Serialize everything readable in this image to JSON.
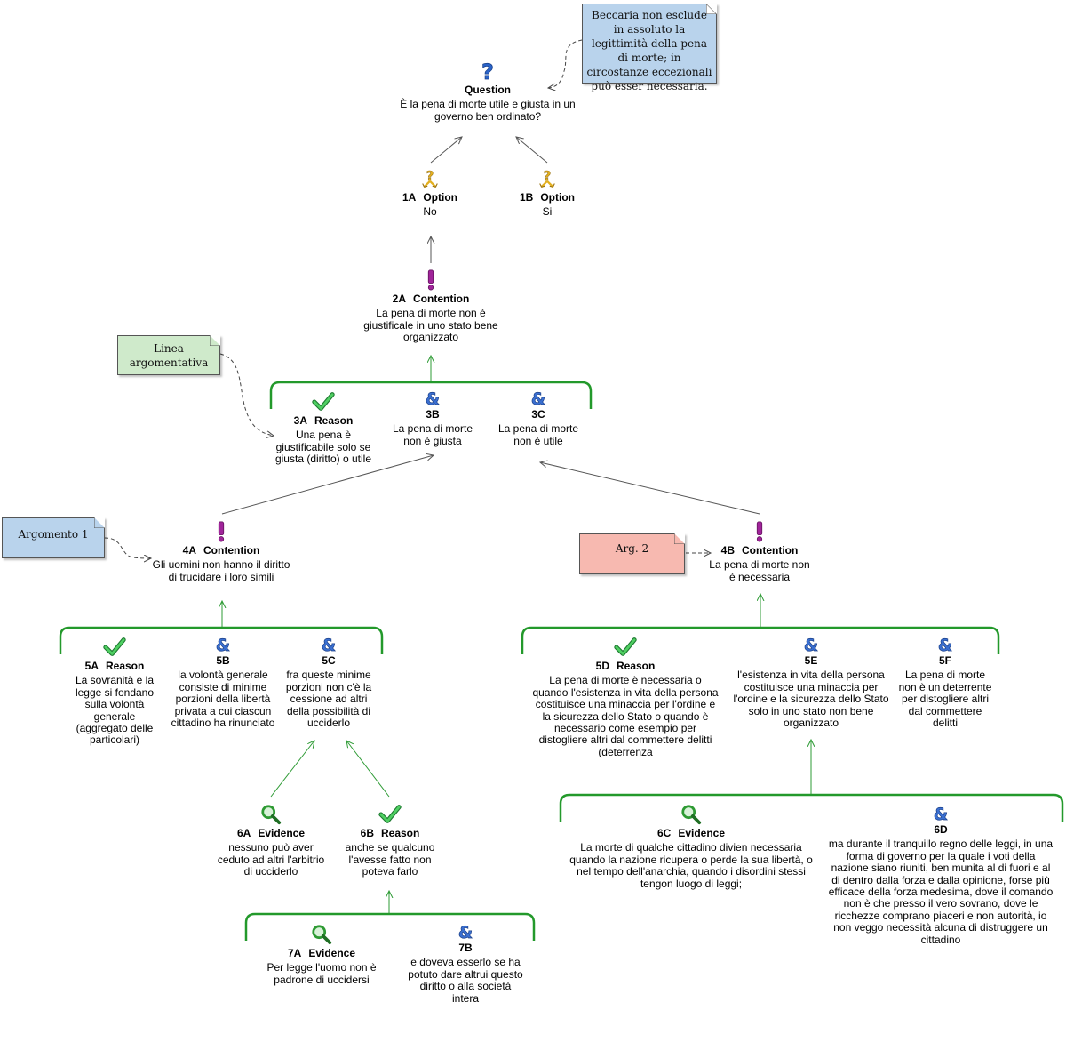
{
  "colors": {
    "bracket": "#23992b",
    "arrow_gray": "#555555",
    "arrow_green": "#2e9b35",
    "note_blue": "#b9d3ec",
    "note_green": "#cfeacb",
    "note_red": "#f7b9b0",
    "question_icon": "#2a63c8",
    "option_icon": "#e3b020",
    "contention_icon": "#a0249a",
    "reason_icon": "#2fb14a",
    "evidence_icon": "#2e9a33",
    "coreason_icon": "#3a6fd1"
  },
  "question": {
    "icon": "question-mark-icon",
    "label": "Question",
    "text": "È la pena di morte utile e giusta in un governo ben ordinato?"
  },
  "notes": {
    "beccaria": "Beccaria non esclude in assoluto la legittimità della pena di morte; in circostanze eccezionali può esser necessaria.",
    "linea": "Linea argomentativa",
    "argomento1": "Argomento 1",
    "arg2": "Arg. 2"
  },
  "options": [
    {
      "id": "1A",
      "label": "Option",
      "text": "No",
      "icon": "option-icon"
    },
    {
      "id": "1B",
      "label": "Option",
      "text": "Si",
      "icon": "option-icon"
    }
  ],
  "contention_2a": {
    "id": "2A",
    "label": "Contention",
    "text": "La pena di morte non è giustificale in uno stato bene organizzato",
    "icon": "exclamation-icon"
  },
  "level3": [
    {
      "id": "3A",
      "label": "Reason",
      "text": "Una pena è giustificabile solo se giusta (diritto) o utile",
      "icon": "checkmark-icon"
    },
    {
      "id": "3B",
      "label": "",
      "text": "La pena di morte non è giusta",
      "icon": "ampersand-icon"
    },
    {
      "id": "3C",
      "label": "",
      "text": "La pena di morte non è utile",
      "icon": "ampersand-icon"
    }
  ],
  "contention_4a": {
    "id": "4A",
    "label": "Contention",
    "text": "Gli uomini non hanno il diritto di trucidare i loro simili",
    "icon": "exclamation-icon"
  },
  "contention_4b": {
    "id": "4B",
    "label": "Contention",
    "text": "La pena di morte non è necessaria",
    "icon": "exclamation-icon"
  },
  "left5": [
    {
      "id": "5A",
      "label": "Reason",
      "text": "La sovranità e la legge si fondano sulla volontà generale (aggregato delle particolari)",
      "icon": "checkmark-icon"
    },
    {
      "id": "5B",
      "label": "",
      "text": "la volontà generale consiste  di minime porzioni della libertà privata a cui ciascun cittadino ha rinunciato",
      "icon": "ampersand-icon"
    },
    {
      "id": "5C",
      "label": "",
      "text": "fra queste minime porzioni non c'è la cessione ad altri della possibilità di ucciderlo",
      "icon": "ampersand-icon"
    }
  ],
  "right5": [
    {
      "id": "5D",
      "label": "Reason",
      "text": "La pena di morte è necessaria o quando l'esistenza in vita della persona costituisce una minaccia per l'ordine e la sicurezza dello Stato o quando è necessario come esempio per distogliere altri dal commettere delitti (deterrenza",
      "icon": "checkmark-icon"
    },
    {
      "id": "5E",
      "label": "",
      "text": "l'esistenza in vita della persona costituisce una minaccia per l'ordine e la sicurezza dello Stato solo in uno stato non bene organizzato",
      "icon": "ampersand-icon"
    },
    {
      "id": "5F",
      "label": "",
      "text": "La pena di morte non è un deterrente per distogliere altri dal commettere delitti",
      "icon": "ampersand-icon"
    }
  ],
  "level6": [
    {
      "id": "6A",
      "label": "Evidence",
      "text": "nessuno può aver ceduto ad altri l'arbitrio di ucciderlo",
      "icon": "magnifier-icon"
    },
    {
      "id": "6B",
      "label": "Reason",
      "text": "anche se qualcuno l'avesse fatto non poteva farlo",
      "icon": "checkmark-icon"
    },
    {
      "id": "6C",
      "label": "Evidence",
      "text": "La morte di qualche cittadino divien necessaria quando la nazione ricupera o perde la sua libertà, o nel tempo dell'anarchia, quando i disordini stessi tengon luogo di leggi;",
      "icon": "magnifier-icon"
    },
    {
      "id": "6D",
      "label": "",
      "text": "ma durante il tranquillo regno delle leggi, in una forma di governo per la quale i voti della nazione siano riuniti, ben munita al di fuori e al di dentro dalla forza e dalla opinione, forse più efficace della forza medesima, dove il comando non è che presso il vero sovrano, dove le ricchezze comprano piaceri e non autorità, io non veggo necessità alcuna di distruggere un cittadino",
      "icon": "ampersand-icon"
    }
  ],
  "level7": [
    {
      "id": "7A",
      "label": "Evidence",
      "text": "Per legge l'uomo non è padrone di uccidersi",
      "icon": "magnifier-icon"
    },
    {
      "id": "7B",
      "label": "",
      "text": "e doveva esserlo se ha potuto dare altrui questo diritto o alla società intera",
      "icon": "ampersand-icon"
    }
  ]
}
